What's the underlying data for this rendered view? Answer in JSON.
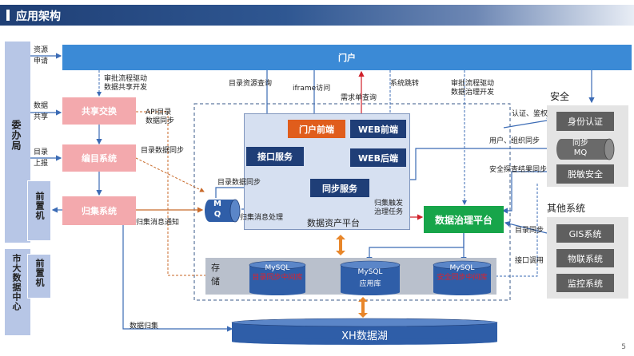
{
  "title": "应用架构",
  "page_number": "5",
  "left_bar": {
    "wei_ban_ju": "委办局",
    "qian_zhi_ji_1": "前置机",
    "shi_da_shuju": "市大数据中心",
    "qian_zhi_ji_2": "前置机"
  },
  "left_labels": {
    "ziyuan": "资源",
    "shenqing": "申请",
    "shuju": "数据",
    "gongxiang": "共享",
    "mulu": "目录",
    "shangbao": "上报"
  },
  "portal": "门户",
  "blocks": {
    "share_exchange": "共享交换",
    "catalog_system": "编目系统",
    "collect_system": "归集系统",
    "interface_service": "接口服务",
    "portal_frontend": "门户前端",
    "web_frontend": "WEB前端",
    "web_backend": "WEB后端",
    "sync_service": "同步服务",
    "governance_platform": "数据治理平台",
    "mq": "M\nQ",
    "data_lake": "XH数据湖"
  },
  "storage": {
    "label": "存\n储",
    "mysql": "MySQL",
    "db1": "目录同步中间库",
    "db2": "应用库",
    "db3": "安全同步中间库"
  },
  "asset_platform": "数据资产平台",
  "security": {
    "title": "安全",
    "identity": "身份认证",
    "sync_mq": "同步\nMQ",
    "desensitize": "脱敏安全"
  },
  "other_systems": {
    "title": "其他系统",
    "gis": "GIS系统",
    "iot": "物联系统",
    "monitor": "监控系统"
  },
  "edge_labels": {
    "approve_share": "审批流程驱动\n数据共享开发",
    "catalog_query": "目录资源查询",
    "iframe": "iframe访问",
    "demand_query": "需求单查询",
    "system_jump": "系统跳转",
    "approve_gov": "审批流程驱动\n数据治理开发",
    "api_catalog": "API目录\n数据同步",
    "catalog_sync_1": "目录数据同步",
    "catalog_sync_2": "目录数据同步",
    "collect_notice": "归集消息通知",
    "collect_process": "归集消息处理",
    "collect_trigger": "归集触发\n治理任务",
    "auth": "认证、鉴权",
    "user_org_sync": "用户、组织同步",
    "security_result_sync": "安全探查结果同步",
    "catalog_sync_3": "目录同步",
    "interface_call": "接口调用",
    "data_collect": "数据归集"
  }
}
